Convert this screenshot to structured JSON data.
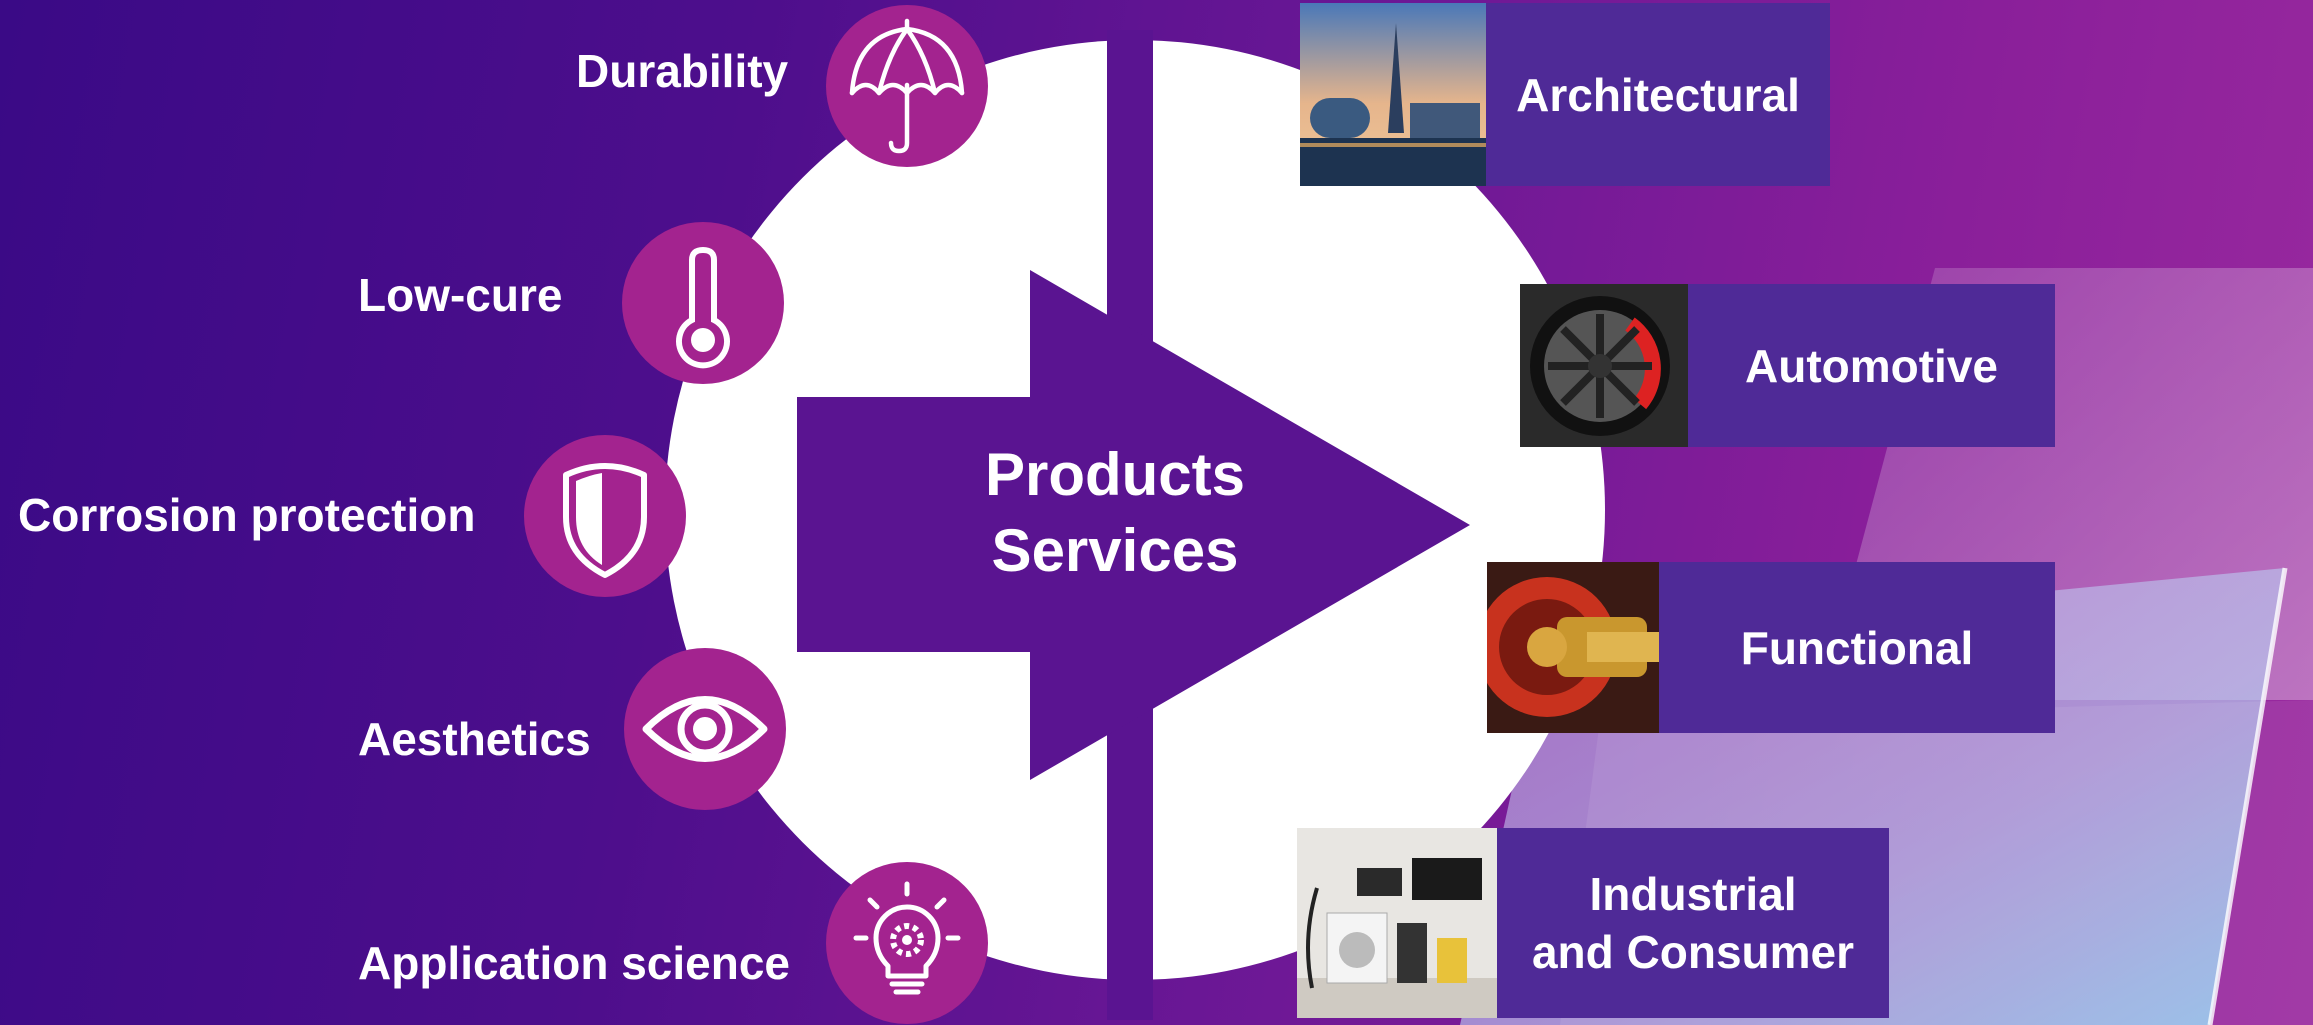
{
  "colors": {
    "background_start": "#3a0a86",
    "background_end": "#9a2a9f",
    "icon_circle": "#a3238f",
    "card_background": "#4f2a97",
    "arrow_fill": "#5a1491",
    "ring": "#ffffff"
  },
  "features": [
    {
      "label": "Durability",
      "icon": "umbrella-icon"
    },
    {
      "label": "Low-cure",
      "icon": "thermometer-icon"
    },
    {
      "label": "Corrosion protection",
      "icon": "shield-icon"
    },
    {
      "label": "Aesthetics",
      "icon": "eye-icon"
    },
    {
      "label": "Application science",
      "icon": "lightbulb-gear-icon"
    }
  ],
  "center": {
    "line1": "Products",
    "line2": "Services"
  },
  "markets": [
    {
      "label": "Architectural",
      "image": "city-skyline-photo"
    },
    {
      "label": "Automotive",
      "image": "car-wheel-photo"
    },
    {
      "label": "Functional",
      "image": "machinery-photo"
    },
    {
      "label_line1": "Industrial",
      "label_line2": "and Consumer",
      "image": "home-appliances-photo"
    }
  ]
}
